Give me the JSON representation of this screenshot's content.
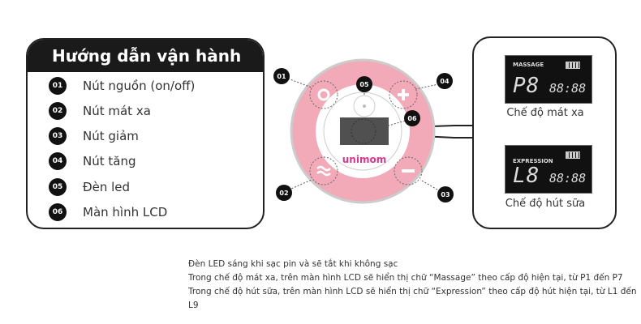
{
  "guide": {
    "title": "Hướng dẫn vận hành",
    "items": [
      {
        "num": "01",
        "label": "Nút nguồn (on/off)"
      },
      {
        "num": "02",
        "label": "Nút mát xa"
      },
      {
        "num": "03",
        "label": "Nút giảm"
      },
      {
        "num": "04",
        "label": "Nút tăng"
      },
      {
        "num": "05",
        "label": "Đèn led"
      },
      {
        "num": "06",
        "label": "Màn hình LCD"
      }
    ]
  },
  "device": {
    "brand": "unimom",
    "callouts": [
      "01",
      "02",
      "03",
      "04",
      "05",
      "06"
    ],
    "colors": {
      "ring": "#f2a9b8",
      "brand": "#d63a8c"
    }
  },
  "screens": [
    {
      "mode": "MASSAGE",
      "level": "P8",
      "time": "88:88",
      "caption": "Chế độ mát xa"
    },
    {
      "mode": "EXPRESSION",
      "level": "L8",
      "time": "88:88",
      "caption": "Chế độ hút sữa"
    }
  ],
  "notes": [
    "Đèn LED sáng khi sạc pin và sẽ tắt khi không sạc",
    "Trong chế độ mát xa, trên màn hình LCD sẽ hiển thị chữ “Massage” theo cấp độ hiện tại, từ P1 đến P7",
    "Trong chế độ hút sữa, trên màn hình LCD sẽ hiển thị chữ “Expression”  theo cấp độ hút hiện tại, từ L1 đến L9"
  ]
}
